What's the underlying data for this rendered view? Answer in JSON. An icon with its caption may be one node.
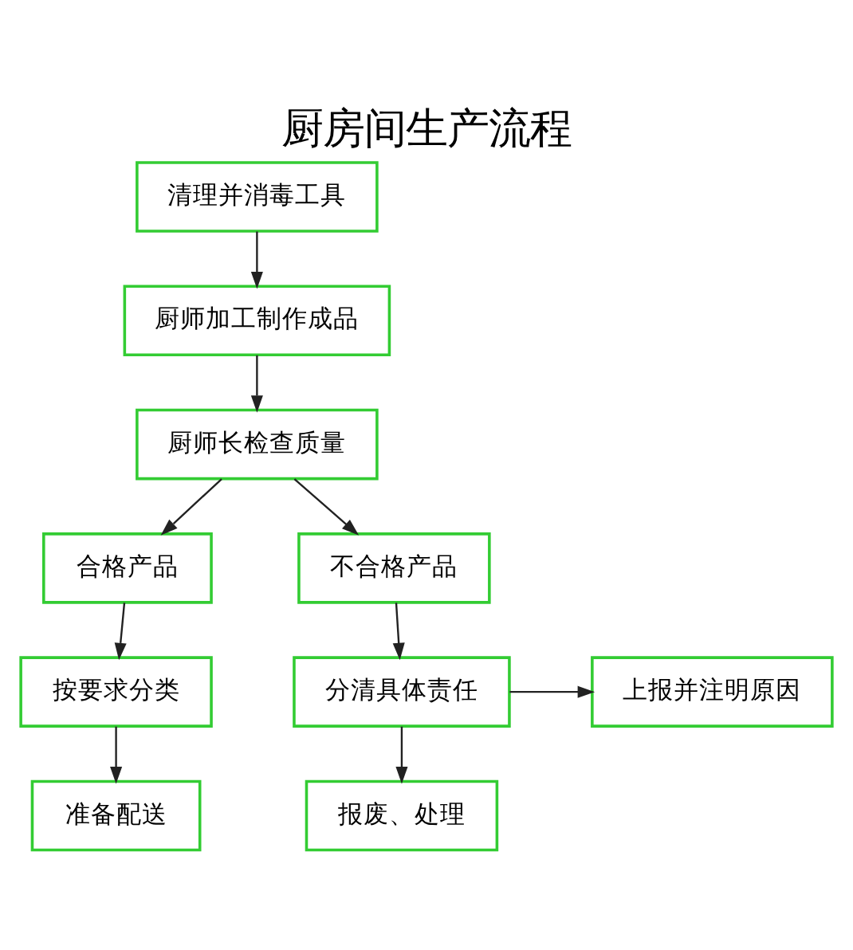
{
  "diagram": {
    "title": "厨房间生产流程",
    "nodes": [
      {
        "text": [
          "清理并消毒工具"
        ]
      },
      {
        "text": [
          "厨师加工制作成品"
        ]
      },
      {
        "text": [
          "厨师长检查质量"
        ]
      },
      {
        "text": [
          "合格产品"
        ]
      },
      {
        "text": [
          "不合格产品"
        ]
      },
      {
        "text": [
          "按要求分类"
        ]
      },
      {
        "text": [
          "准备配送"
        ]
      },
      {
        "text": [
          "分清具体责任"
        ]
      },
      {
        "text": [
          "报废、处理"
        ]
      },
      {
        "text": [
          "上报并注明原因"
        ]
      }
    ],
    "edges": [
      {
        "from": 0,
        "to": 1,
        "arrow": "to"
      },
      {
        "from": 1,
        "to": 2,
        "arrow": "to"
      },
      {
        "from": 2,
        "to": 3,
        "arrow": "to"
      },
      {
        "from": 2,
        "to": 4,
        "arrow": "to"
      },
      {
        "from": 3,
        "to": 5,
        "arrow": "to"
      },
      {
        "from": 5,
        "to": 6,
        "arrow": "to"
      },
      {
        "from": 4,
        "to": 7,
        "arrow": "to"
      },
      {
        "from": 7,
        "to": 8,
        "arrow": "to"
      },
      {
        "from": 7,
        "to": 9,
        "arrow": "to"
      }
    ]
  }
}
